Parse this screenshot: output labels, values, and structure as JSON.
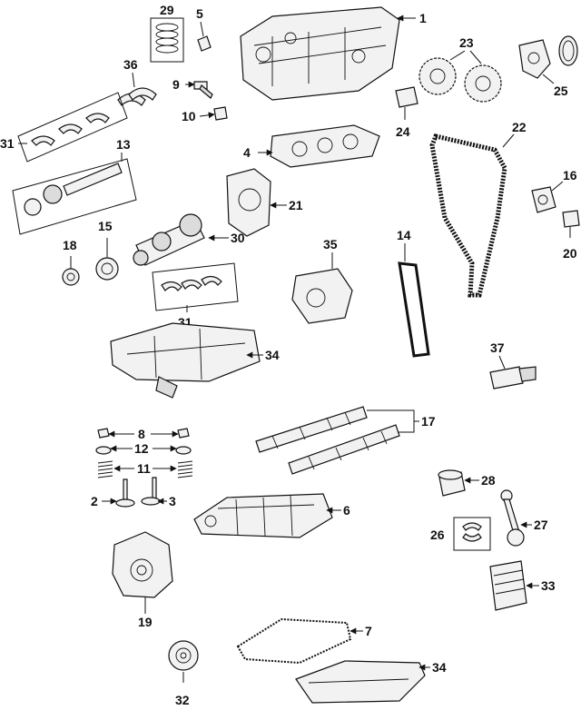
{
  "diagram": {
    "callouts": {
      "c1": "1",
      "c2": "2",
      "c3": "3",
      "c4": "4",
      "c5": "5",
      "c6": "6",
      "c7": "7",
      "c8": "8",
      "c9": "9",
      "c10": "10",
      "c11": "11",
      "c12": "12",
      "c13": "13",
      "c14": "14",
      "c15": "15",
      "c16": "16",
      "c17": "17",
      "c18": "18",
      "c19": "19",
      "c20": "20",
      "c21": "21",
      "c22": "22",
      "c23": "23",
      "c24": "24",
      "c25": "25",
      "c26": "26",
      "c27": "27",
      "c28": "28",
      "c29": "29",
      "c30": "30",
      "c31a": "31",
      "c31b": "31",
      "c32": "32",
      "c33": "33",
      "c34a": "34",
      "c34b": "34",
      "c35": "35",
      "c36": "36",
      "c37": "37"
    }
  }
}
